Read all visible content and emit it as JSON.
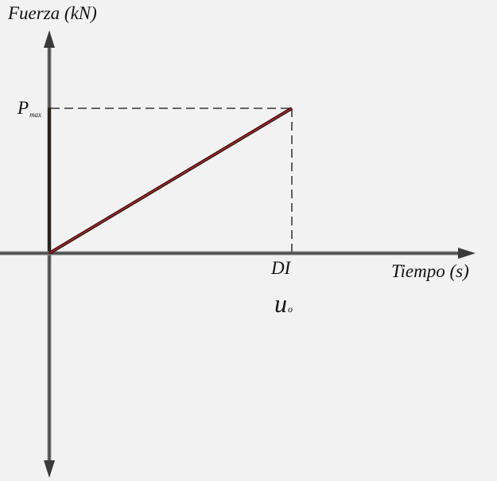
{
  "diagram": {
    "y_axis_label": "Fuerza (kN)",
    "x_axis_label": "Tiempo (s)",
    "peak_label_main": "P",
    "peak_label_sub": "max",
    "duration_label": "DI",
    "displacement_label_main": "u",
    "displacement_label_sub": "o"
  },
  "colors": {
    "background": "#f2f2f2",
    "axis": "#6e6e6e",
    "ramp": "#7a1c1c",
    "dash": "#111111"
  }
}
